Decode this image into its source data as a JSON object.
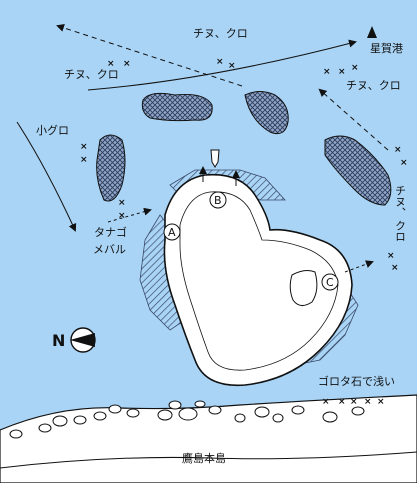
{
  "colors": {
    "sea": "#a9d4f5",
    "land": "#ffffff",
    "reef": "#3a4a6a",
    "ink": "#111111"
  },
  "map": {
    "labels": {
      "chinu_kuro_top": "チヌ、クロ",
      "seiga_port": "星賀港",
      "chinu_kuro_left": "チヌ、クロ",
      "chinu_kuro_right": "チヌ、クロ",
      "koguro": "小グロ",
      "chinu_kuro_vertical_1": "チヌ、",
      "chinu_kuro_vertical_2": "クロ",
      "tanago": "タナゴ",
      "mebaru": "メバル",
      "gorota": "ゴロタ石で浅い",
      "takashima": "鷹島本島"
    },
    "points": {
      "a": "A",
      "b": "B",
      "c": "C"
    },
    "icons": [
      "north-arrow-icon",
      "harbor-marker-icon",
      "boat-icon",
      "fishing-spot-x-icon"
    ]
  }
}
